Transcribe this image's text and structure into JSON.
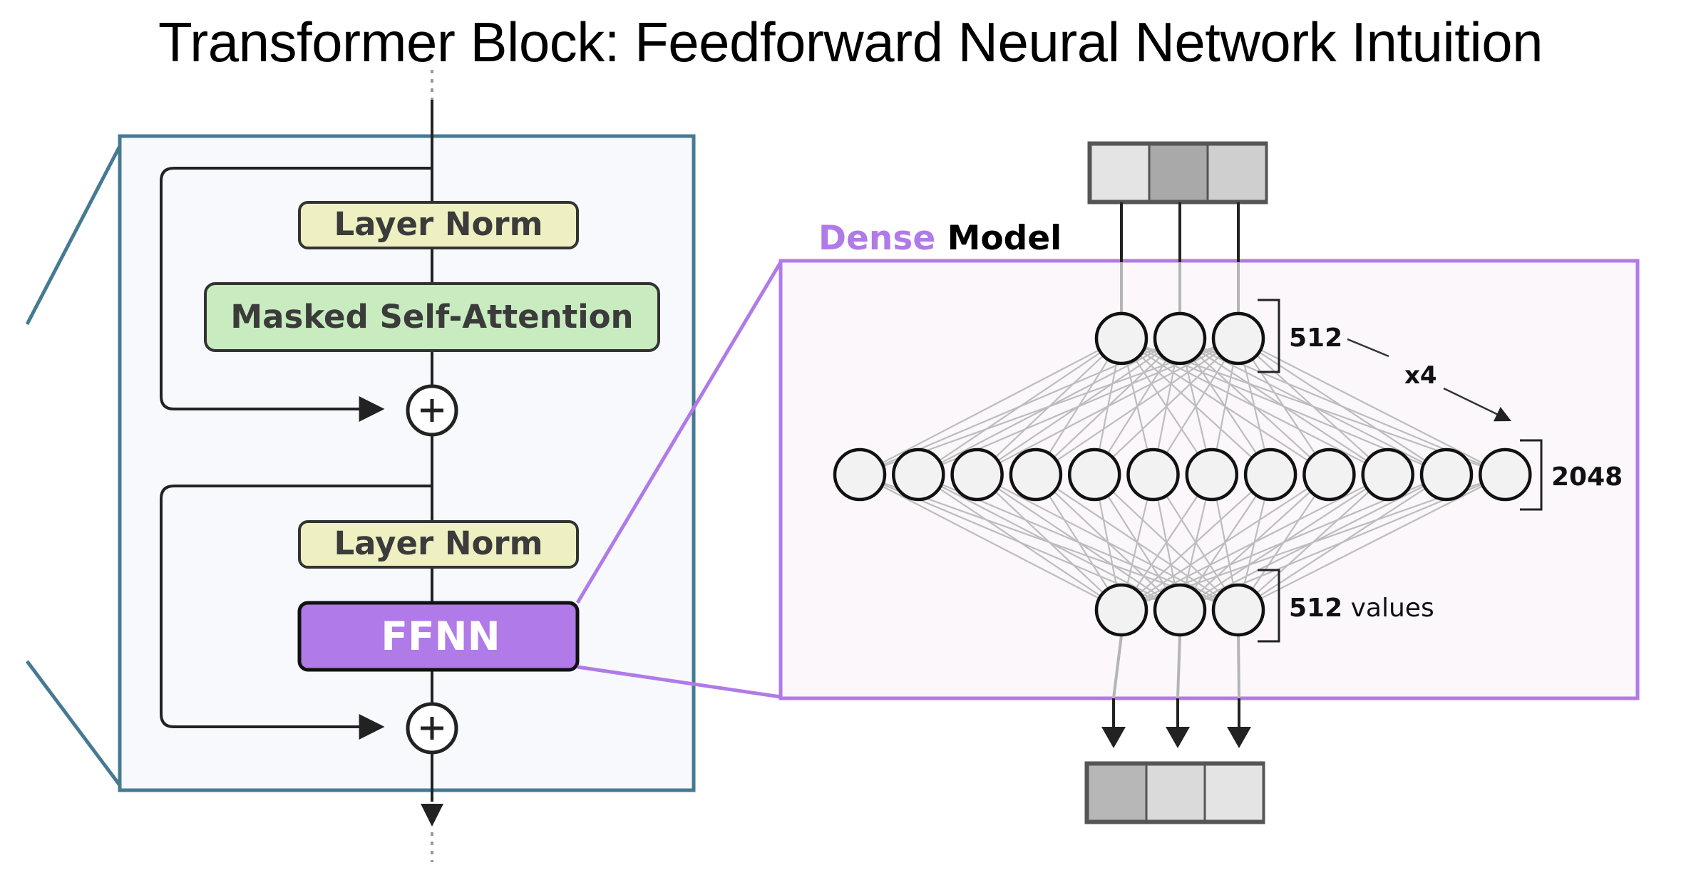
{
  "title": "Transformer Block: Feedforward Neural Network Intuition",
  "block": {
    "layer_norm_1": "Layer Norm",
    "attention": "Masked Self-Attention",
    "layer_norm_2": "Layer Norm",
    "ffnn": "FFNN"
  },
  "dense": {
    "label_word1": "Dense",
    "label_word2": "Model",
    "input_layer_label": "512",
    "multiplier_label": "x4",
    "hidden_layer_label": "2048",
    "output_layer_number": "512",
    "output_layer_word": "values",
    "input_layer_neurons": 3,
    "hidden_layer_neurons": 12,
    "output_layer_neurons": 3,
    "input_cell_shades": [
      "#e4e4e4",
      "#a9a9a9",
      "#cfcfcf"
    ],
    "output_cell_shades": [
      "#b7b7b7",
      "#dadada",
      "#e4e4e4"
    ]
  },
  "colors": {
    "block_border": "#467a93",
    "block_fill": "#f7f9fc",
    "layer_norm_fill": "#eff0c1",
    "attention_fill": "#c9ebc0",
    "ffnn_fill": "#b07ae8",
    "dense_accent": "#b07ae8",
    "dense_fill": "#fbf7fa"
  }
}
